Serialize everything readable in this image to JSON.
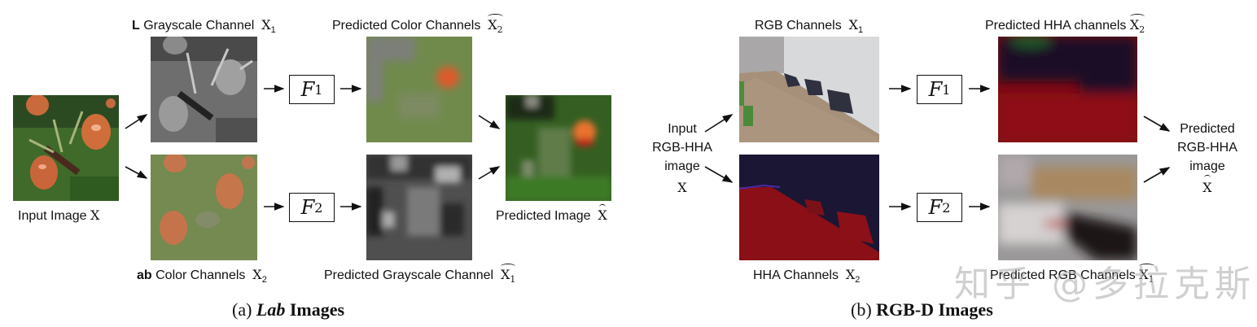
{
  "panel_a": {
    "caption_prefix": "(a) ",
    "caption_italic": "Lab",
    "caption_suffix": " Images",
    "input": {
      "label": "Input Image",
      "symbol": "X"
    },
    "l_channel": {
      "bold": "L",
      "label": " Grayscale Channel",
      "symbol": "X",
      "sub": "1"
    },
    "ab_channel": {
      "bold": "ab",
      "label": " Color Channels",
      "symbol": "X",
      "sub": "2"
    },
    "f1": {
      "symbol": "F",
      "sub": "1"
    },
    "f2": {
      "symbol": "F",
      "sub": "2"
    },
    "pred_color": {
      "label": "Predicted Color Channels",
      "symbol": "X",
      "sub": "2"
    },
    "pred_gray": {
      "label": "Predicted Grayscale Channel",
      "symbol": "X",
      "sub": "1"
    },
    "pred_image": {
      "label": "Predicted Image",
      "symbol": "X"
    }
  },
  "panel_b": {
    "caption_prefix": "(b) ",
    "caption_bold": "RGB-D Images",
    "input": {
      "line1": "Input",
      "line2": "RGB-HHA",
      "line3": "image",
      "symbol": "X"
    },
    "rgb_channels": {
      "label": "RGB Channels",
      "symbol": "X",
      "sub": "1"
    },
    "hha_channels": {
      "label": "HHA Channels",
      "symbol": "X",
      "sub": "2"
    },
    "f1": {
      "symbol": "F",
      "sub": "1"
    },
    "f2": {
      "symbol": "F",
      "sub": "2"
    },
    "pred_hha": {
      "label": "Predicted HHA channels",
      "symbol": "X",
      "sub": "2"
    },
    "pred_rgb": {
      "label": "Predicted RGB Channels",
      "symbol": "X",
      "sub": "1"
    },
    "output": {
      "line1": "Predicted",
      "line2": "RGB-HHA",
      "line3": "image",
      "symbol": "X"
    }
  },
  "watermark": "知乎 @多拉克斯",
  "colors": {
    "green_pred": "#6e8a4a",
    "gray_pred": "#5a5a5a",
    "hha_red": "#8a0f14",
    "hha_dark": "#1a1030"
  }
}
